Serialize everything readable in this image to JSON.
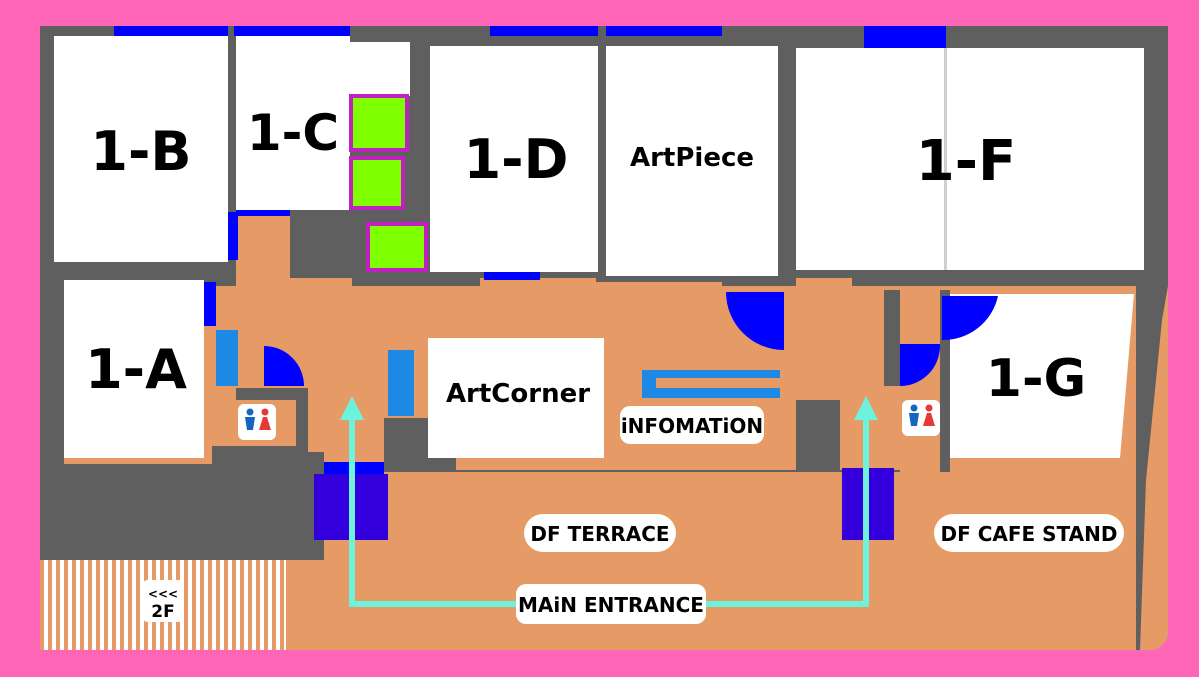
{
  "rooms": {
    "r1a": "1-A",
    "r1b": "1-B",
    "r1c": "1-C",
    "r1d": "1-D",
    "r1f": "1-F",
    "r1g": "1-G",
    "artpiece": "ArtPiece",
    "artcorner": "ArtCorner"
  },
  "labels": {
    "information": "iNFOMATiON",
    "terrace": "DF TERRACE",
    "cafe_stand": "DF CAFE STAND",
    "main_entrance": "MAiN ENTRANCE",
    "stairs_arrows": "<<<",
    "stairs_floor": "2F"
  },
  "colors": {
    "frame": "#ff66b8",
    "wall": "#5f5f5f",
    "floor": "#e69a66",
    "room": "#ffffff",
    "door": "#0000ff",
    "glass": "#1e88e5",
    "entrance": "#3300dd",
    "arrow": "#6ef2dc",
    "green": "#7fff00",
    "toilet_male": "#1565c0",
    "toilet_female": "#e53935"
  }
}
